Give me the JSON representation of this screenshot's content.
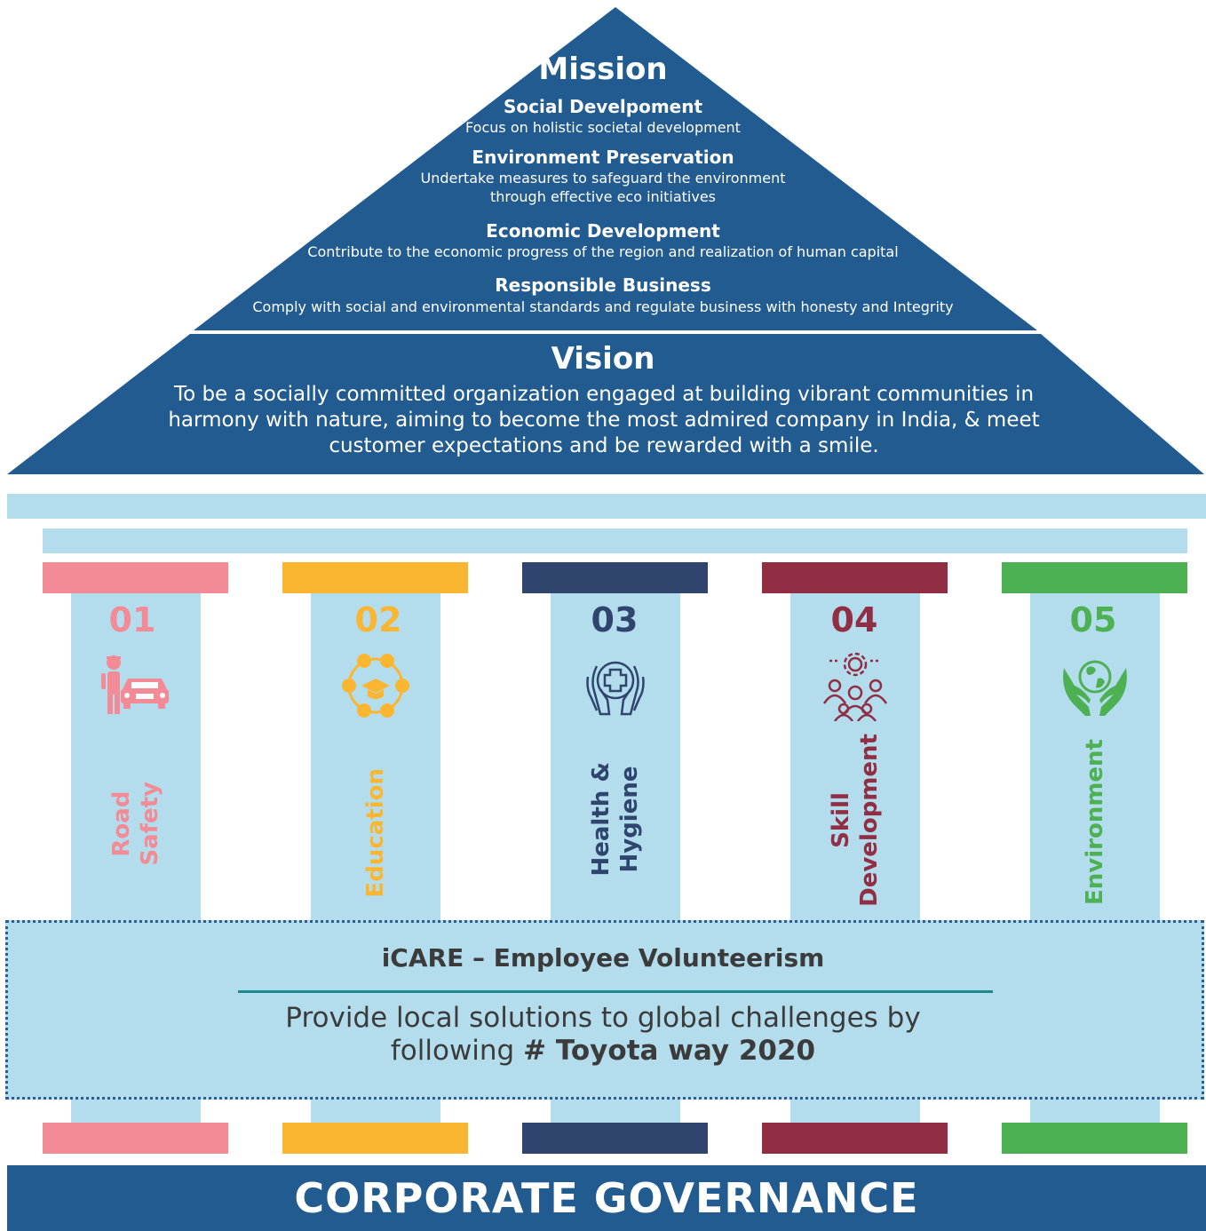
{
  "colors": {
    "roof": "#215b8f",
    "beam": "#b3dded",
    "pillar_1": "#f28b95",
    "pillar_2": "#fbb631",
    "pillar_3": "#30456d",
    "pillar_4": "#922e43",
    "pillar_5": "#4db053",
    "governance": "#215b8f"
  },
  "mission": {
    "title": "Mission",
    "items": [
      {
        "heading": "Social Develpoment",
        "desc": "Focus on holistic societal development"
      },
      {
        "heading": "Environment Preservation",
        "desc": "Undertake measures to safeguard the environment\nthrough effective eco initiatives"
      },
      {
        "heading": "Economic Development",
        "desc": "Contribute to the economic progress of the region and realization of human capital"
      },
      {
        "heading": "Responsible Business",
        "desc": "Comply with social and environmental standards and regulate business with honesty and Integrity"
      }
    ]
  },
  "vision": {
    "title": "Vision",
    "desc": "To  be a socially committed organization engaged at building vibrant communities in harmony with nature, aiming to become the most admired company in India, & meet customer expectations and be rewarded with a smile."
  },
  "pillars": [
    {
      "number": "01",
      "label": "Road\nSafety",
      "icon": "road-safety-icon"
    },
    {
      "number": "02",
      "label": "Education",
      "icon": "education-icon"
    },
    {
      "number": "03",
      "label": "Health &\nHygiene",
      "icon": "health-hygiene-icon"
    },
    {
      "number": "04",
      "label": "Skill\nDevelopment",
      "icon": "skill-development-icon"
    },
    {
      "number": "05",
      "label": "Environment",
      "icon": "environment-icon"
    }
  ],
  "icare": {
    "title": "iCARE – Employee Volunteerism",
    "desc_line1": "Provide local solutions to global challenges by",
    "desc_line2_prefix": "following ",
    "desc_line2_bold": "# Toyota way 2020"
  },
  "governance": {
    "label": "CORPORATE GOVERNANCE"
  }
}
